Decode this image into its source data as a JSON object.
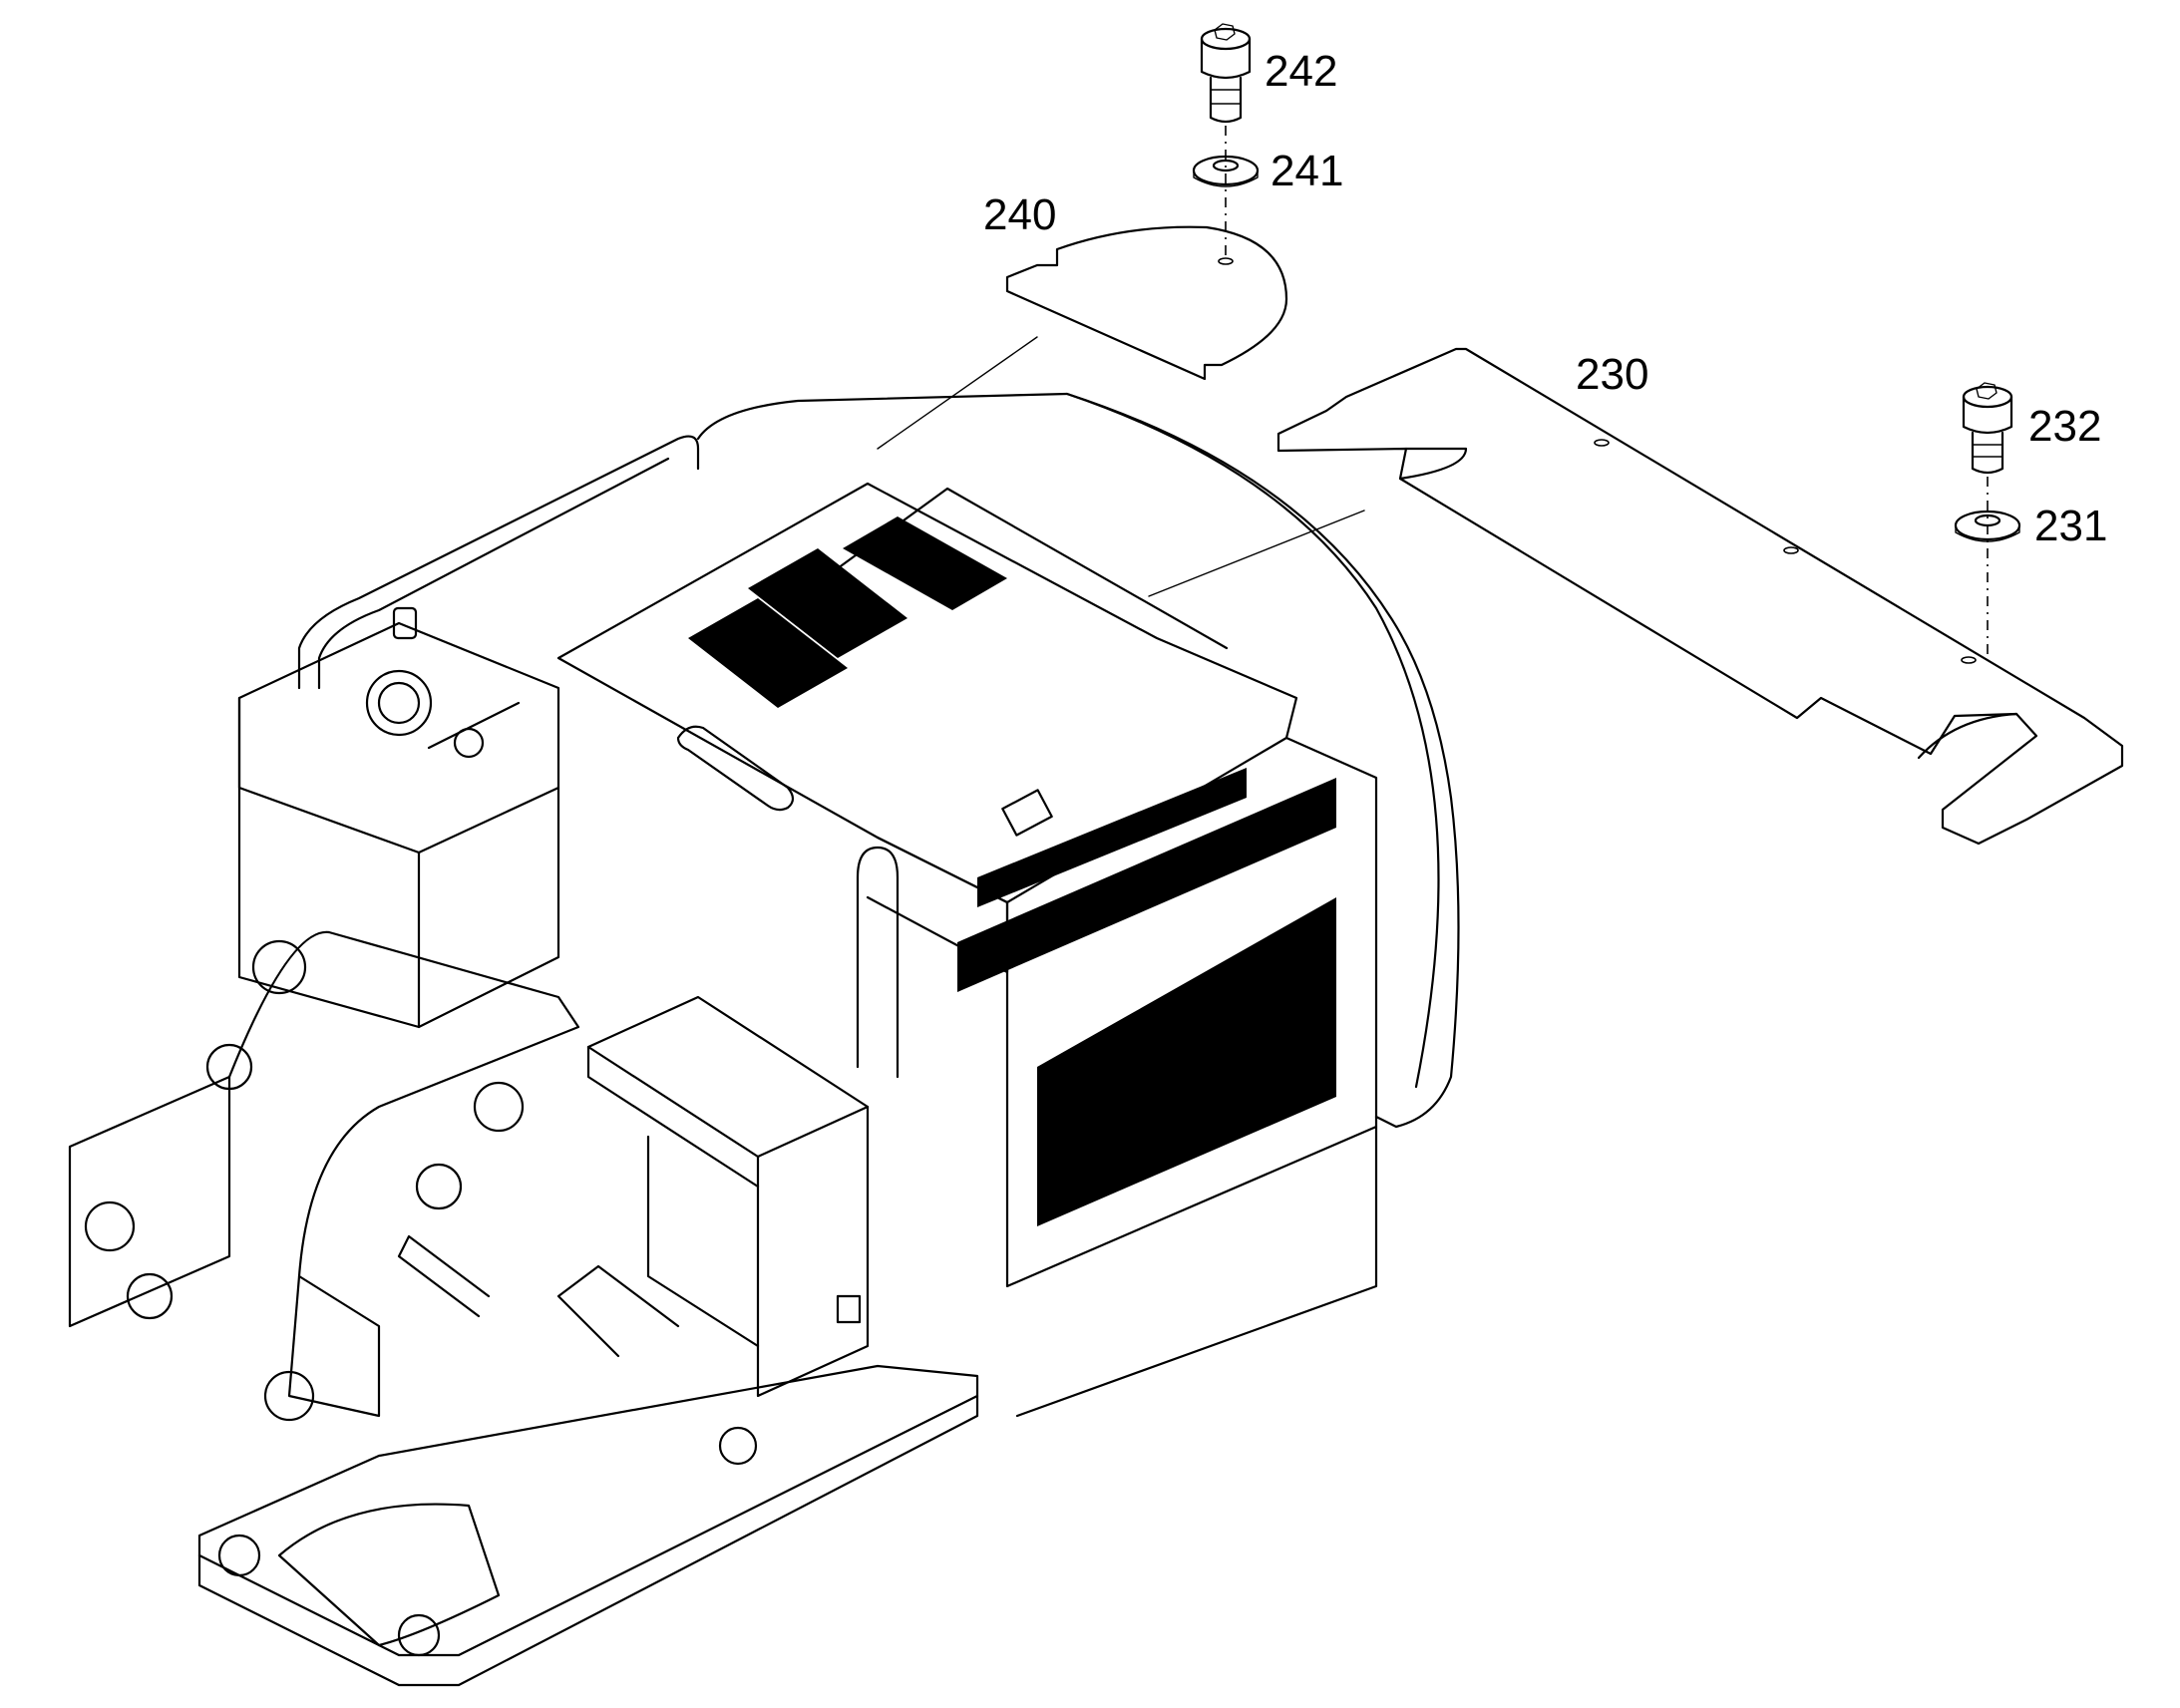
{
  "callouts": {
    "c242": "242",
    "c241": "241",
    "c240": "240",
    "c230": "230",
    "c232": "232",
    "c231": "231"
  },
  "colors": {
    "line": "#000000",
    "background": "#ffffff"
  }
}
